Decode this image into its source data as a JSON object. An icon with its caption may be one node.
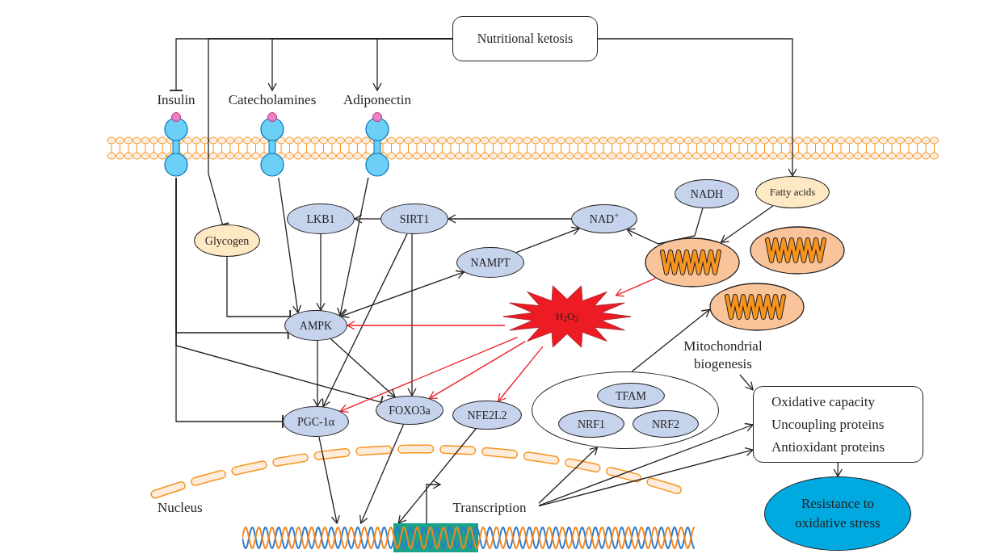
{
  "diagram": {
    "nodes": [
      {
        "text": [
          "Nutritional ketosis"
        ]
      },
      {
        "text": [
          "Insulin"
        ]
      },
      {
        "text": [
          "Catecholamines"
        ]
      },
      {
        "text": [
          "Adiponectin"
        ]
      },
      {
        "text": [
          "Glycogen"
        ]
      },
      {
        "text": [
          "LKB1"
        ]
      },
      {
        "text": [
          "SIRT1"
        ]
      },
      {
        "text": [
          "NAD$^{+}$"
        ]
      },
      {
        "text": [
          "NADH"
        ]
      },
      {
        "text": [
          "Fatty acids"
        ]
      },
      {
        "text": [
          "NAMPT"
        ]
      },
      {
        "text": [
          "AMPK"
        ]
      },
      {
        "text": [
          "H$_{2}$O$_{2}$"
        ]
      },
      {
        "text": [],
        "shape": "picture"
      },
      {
        "text": [],
        "shape": "picture"
      },
      {
        "text": [],
        "shape": "picture"
      },
      {
        "text": [
          "Mitochondrial biogenesis"
        ]
      },
      {
        "text": [
          "PGC-1α"
        ]
      },
      {
        "text": [
          "FOXO3a"
        ]
      },
      {
        "text": [
          "NFE2L2"
        ]
      },
      {
        "text": [],
        "shape": "circle"
      },
      {
        "text": [
          "TFAM"
        ],
        "in": 20
      },
      {
        "text": [
          "NRF1"
        ],
        "in": 20
      },
      {
        "text": [
          "NRF2"
        ],
        "in": 20
      },
      {
        "text": [
          "Oxidative capacity",
          "Uncoupling proteins",
          "Antioxidant proteins"
        ]
      },
      {
        "text": [
          "Resistance to oxidative stress"
        ]
      },
      {
        "text": [
          "Transcription"
        ]
      },
      {
        "text": [],
        "shape": "picture"
      }
    ],
    "edges": [
      {
        "from": 0,
        "to": 1,
        "arrow": "other"
      },
      {
        "from": 0,
        "to": 4,
        "arrow": "other"
      },
      {
        "from": 0,
        "to": 2,
        "arrow": "to"
      },
      {
        "from": 0,
        "to": 3,
        "arrow": "to"
      },
      {
        "from": 0,
        "to": 9,
        "arrow": "to"
      },
      {
        "from": 1,
        "to": 11,
        "arrow": "other"
      },
      {
        "from": 1,
        "to": 17,
        "arrow": "other"
      },
      {
        "from": 1,
        "to": 18,
        "arrow": "other"
      },
      {
        "from": 2,
        "to": 11,
        "arrow": "to"
      },
      {
        "from": 3,
        "to": 11,
        "arrow": "to"
      },
      {
        "from": 4,
        "to": 11,
        "arrow": "other"
      },
      {
        "from": 6,
        "to": 5,
        "arrow": "to"
      },
      {
        "from": 7,
        "to": 6,
        "arrow": "to"
      },
      {
        "from": 5,
        "to": 11,
        "arrow": "to"
      },
      {
        "from": 6,
        "to": 17,
        "arrow": "to"
      },
      {
        "from": 6,
        "to": 18,
        "arrow": "to"
      },
      {
        "from": 11,
        "to": 10,
        "arrow": "both"
      },
      {
        "from": 10,
        "to": 7,
        "arrow": "to"
      },
      {
        "from": 8,
        "to": 7,
        "arrow": "to"
      },
      {
        "from": 9,
        "to": 13,
        "arrow": "to"
      },
      {
        "from": 13,
        "to": 12,
        "arrow": "to",
        "color": "#ed1c24"
      },
      {
        "from": 12,
        "to": 11,
        "arrow": "to",
        "color": "#ed1c24"
      },
      {
        "from": 12,
        "to": 17,
        "arrow": "to",
        "color": "#ed1c24"
      },
      {
        "from": 12,
        "to": 18,
        "arrow": "to",
        "color": "#ed1c24"
      },
      {
        "from": 12,
        "to": 19,
        "arrow": "to",
        "color": "#ed1c24"
      },
      {
        "from": 11,
        "to": 17,
        "arrow": "to"
      },
      {
        "from": 11,
        "to": 18,
        "arrow": "to"
      },
      {
        "from": 17,
        "to": 27,
        "arrow": "to"
      },
      {
        "from": 18,
        "to": 27,
        "arrow": "to"
      },
      {
        "from": 19,
        "to": 27,
        "arrow": "to"
      },
      {
        "from": 20,
        "to": 15,
        "arrow": "to"
      },
      {
        "from": 16,
        "to": 24,
        "arrow": "to"
      },
      {
        "from": 26,
        "to": 20,
        "arrow": "to"
      },
      {
        "from": 26,
        "to": 24,
        "arrow": "to"
      },
      {
        "from": 26,
        "to": 24,
        "arrow": "to"
      },
      {
        "from": 24,
        "to": 25,
        "arrow": "to"
      },
      {
        "from": 27,
        "to": 26,
        "arrow": "to"
      }
    ],
    "labels": [
      "Nucleus"
    ]
  }
}
